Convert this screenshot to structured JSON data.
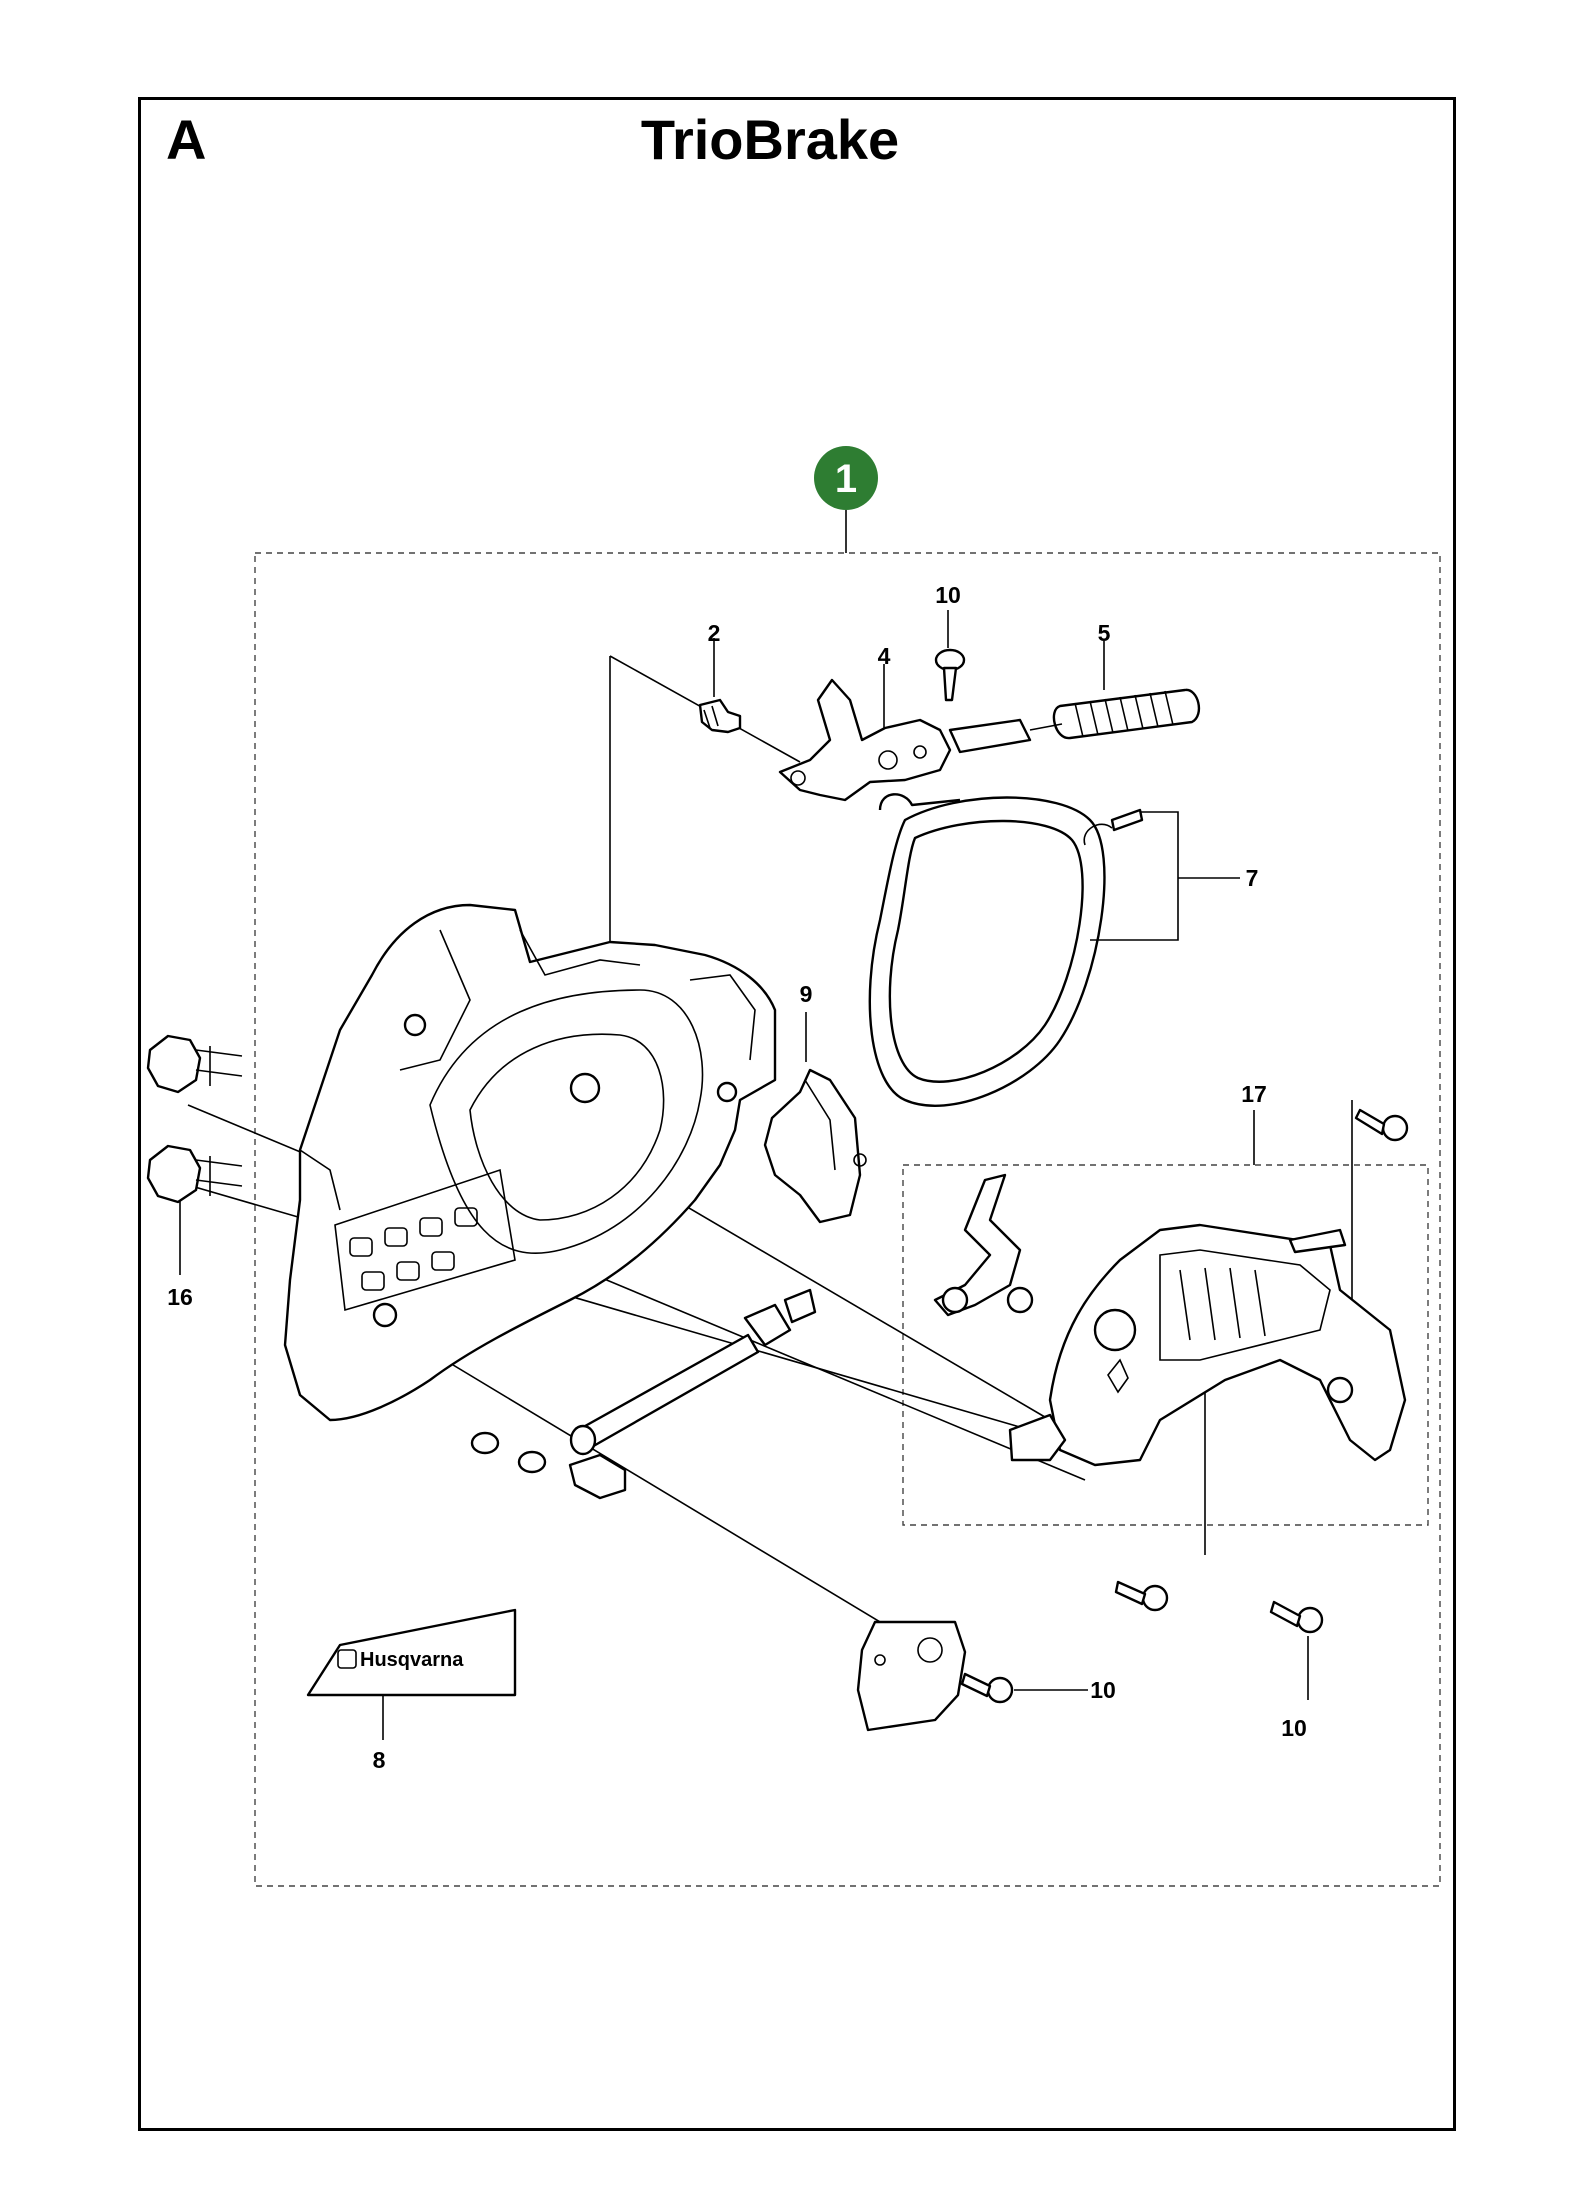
{
  "header": {
    "section_letter": "A",
    "title": "TrioBrake"
  },
  "assembly_badge": {
    "number": "1",
    "color": "#2e7d32"
  },
  "part_labels": {
    "p2": "2",
    "p4": "4",
    "p5": "5",
    "p7": "7",
    "p8": "8",
    "p9": "9",
    "p10_top": "10",
    "p10_cover": "10",
    "p10_right": "10",
    "p16": "16",
    "p17": "17"
  },
  "decal": {
    "brand_text": "Husqvarna"
  }
}
